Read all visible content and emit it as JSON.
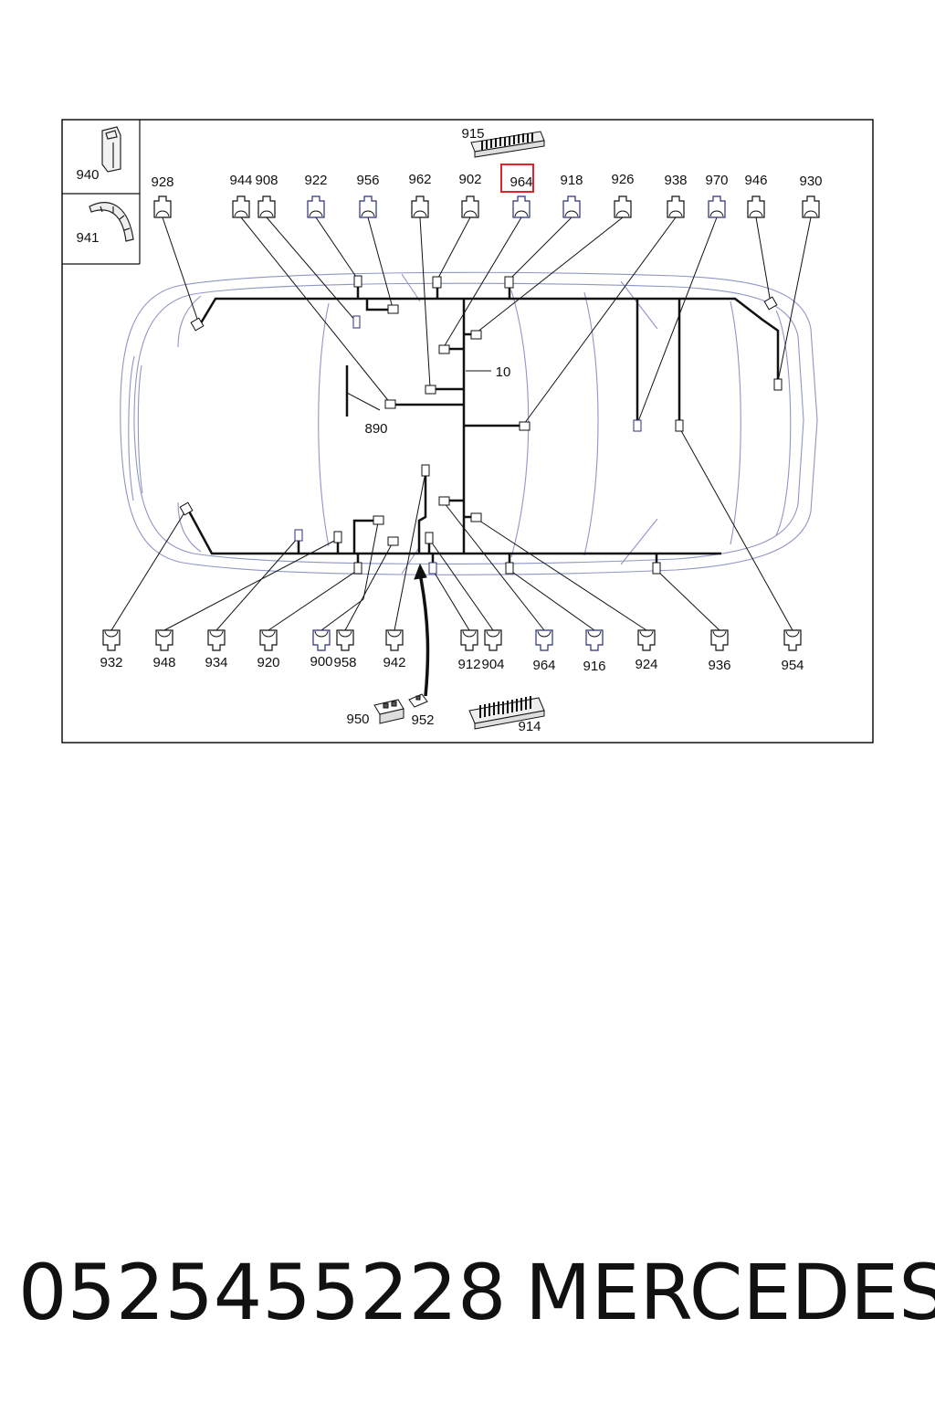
{
  "diagram": {
    "side_parts": [
      "940",
      "941"
    ],
    "top_labels": [
      "928",
      "944",
      "908",
      "922",
      "956",
      "962",
      "902",
      "964",
      "918",
      "926",
      "938",
      "970",
      "946",
      "930"
    ],
    "bottom_labels": [
      "932",
      "948",
      "934",
      "920",
      "900",
      "958",
      "942",
      "912",
      "904",
      "964",
      "916",
      "924",
      "936",
      "954"
    ],
    "top_strip_label": "915",
    "bottom_strip_label": "914",
    "extra_labels": [
      "950",
      "952",
      "10",
      "890"
    ],
    "highlighted_label": "964",
    "highlight_color": "#e0242a"
  },
  "footer": {
    "part_number": "0525455228",
    "brand": "MERCEDES"
  }
}
